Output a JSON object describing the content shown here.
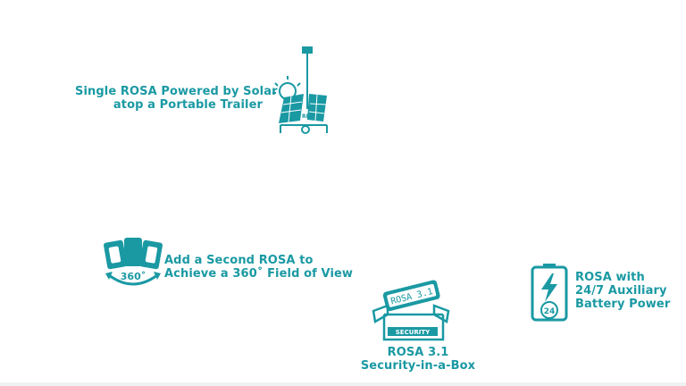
{
  "colors": {
    "accent": "#1a99a3",
    "background": "#ffffff"
  },
  "features": [
    {
      "icon": "solar-trailer-icon",
      "lines": [
        "Single ROSA Powered by Solar",
        "atop a Portable Trailer"
      ],
      "badge": "RIO"
    },
    {
      "icon": "360-view-icon",
      "lines": [
        "Add a Second ROSA to",
        "Achieve a 360˚ Field of View"
      ],
      "badge": "360˚"
    },
    {
      "icon": "security-box-icon",
      "lines": [
        "ROSA 3.1",
        "Security-in-a-Box"
      ],
      "badge": "ROSA 3.1",
      "box_label": "SECURITY"
    },
    {
      "icon": "battery-24-icon",
      "lines": [
        "ROSA with",
        "24/7 Auxiliary",
        "Battery Power"
      ],
      "badge": "24"
    }
  ]
}
